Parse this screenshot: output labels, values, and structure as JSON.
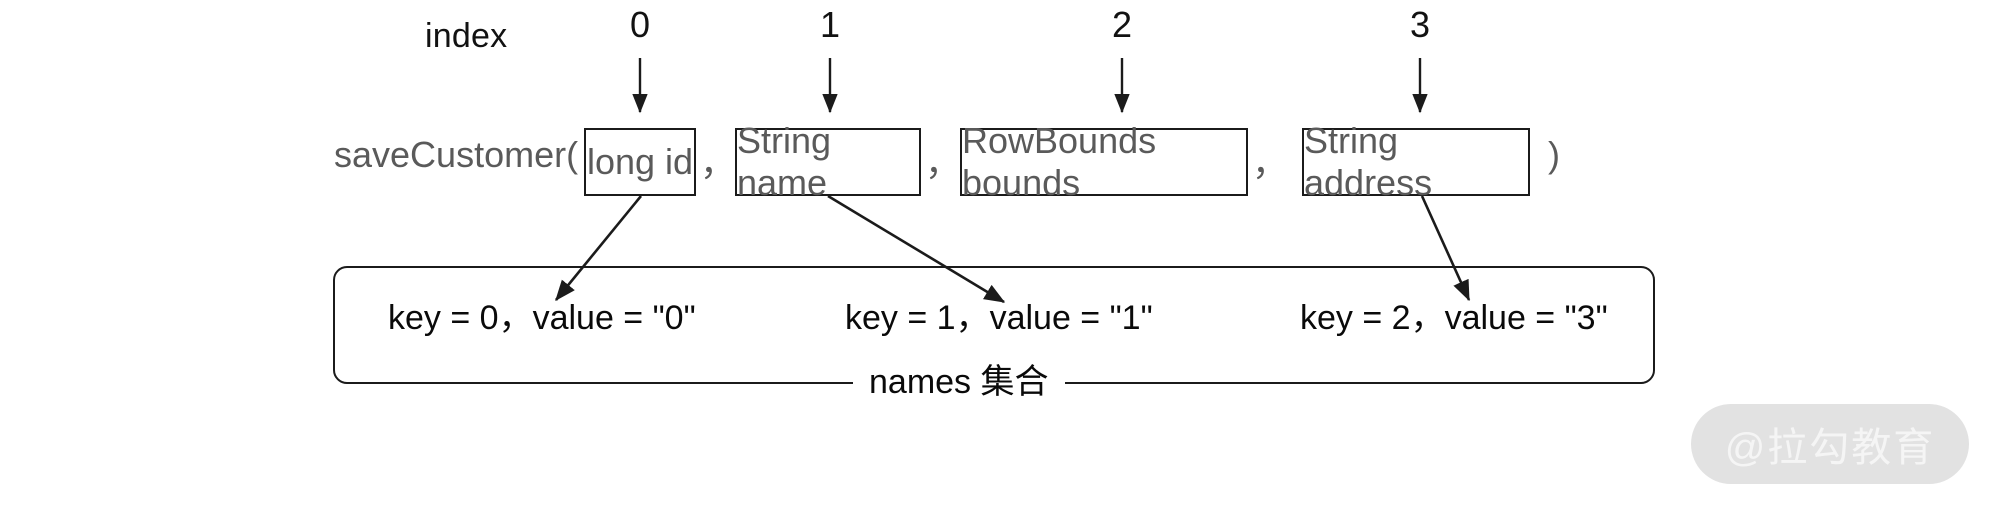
{
  "diagram": {
    "index_row": {
      "label": "index",
      "numbers": [
        "0",
        "1",
        "2",
        "3"
      ]
    },
    "signature": {
      "method_open": "saveCustomer(",
      "close_paren": ")",
      "separator": "，",
      "params": [
        {
          "text": "long id"
        },
        {
          "text": "String name"
        },
        {
          "text": "RowBounds bounds"
        },
        {
          "text": "String address"
        }
      ]
    },
    "names_collection": {
      "caption": "names 集合",
      "entries": [
        "key = 0，value = \"0\"",
        "key = 1，value = \"1\"",
        "key = 2，value = \"3\""
      ]
    },
    "watermark": {
      "text": "@拉勾教育"
    },
    "colors": {
      "stroke": "#1b1b1b",
      "signature_text": "#5a5a5a",
      "body_text": "#0a0a0a",
      "watermark_pill": "#e2e2e2",
      "watermark_text": "#f5f5f5",
      "background": "#ffffff"
    }
  }
}
